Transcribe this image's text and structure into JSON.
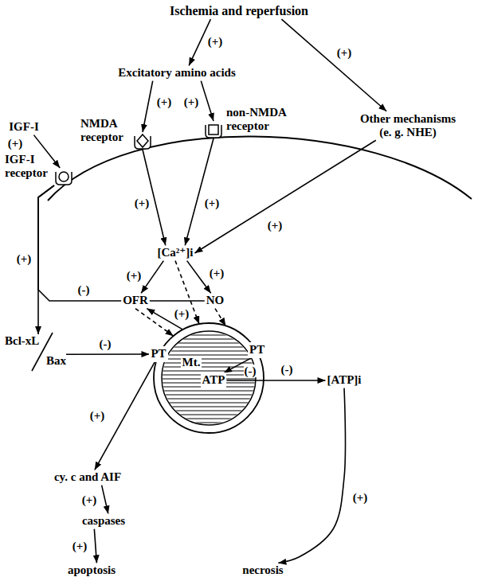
{
  "diagram": {
    "nodes": [
      {
        "text": [
          "Ischemia and reperfusion"
        ]
      },
      {
        "text": [
          "Excitatory amino acids"
        ]
      },
      {
        "text": [
          "Other mechanisms (e. g. NHE)"
        ]
      },
      {
        "text": [
          "IGF-I"
        ]
      },
      {
        "text": [
          "IGF-I receptor"
        ]
      },
      {
        "text": [
          "NMDA receptor"
        ]
      },
      {
        "text": [
          "non-NMDA receptor"
        ]
      },
      {
        "text": [
          "[Ca²⁺]i"
        ]
      },
      {
        "text": [
          "OFR"
        ]
      },
      {
        "text": [
          "NO"
        ]
      },
      {
        "text": [
          "Bcl-xL",
          "Bax"
        ]
      },
      {
        "text": [
          "Mt."
        ]
      },
      {
        "text": [
          "PT"
        ],
        "in": 11
      },
      {
        "text": [
          "PT"
        ],
        "in": 11
      },
      {
        "text": [
          "ATP"
        ],
        "in": 11
      },
      {
        "text": [
          "[ATP]i"
        ]
      },
      {
        "text": [
          "cy. c and AIF"
        ]
      },
      {
        "text": [
          "caspases"
        ]
      },
      {
        "text": [
          "apoptosis"
        ]
      },
      {
        "text": [
          "necrosis"
        ]
      }
    ],
    "edges": [
      {
        "from": 0,
        "to": 1,
        "arrow": "to",
        "label": "(+)"
      },
      {
        "from": 0,
        "to": 2,
        "arrow": "to",
        "label": "(+)"
      },
      {
        "from": 3,
        "to": 4,
        "arrow": "to",
        "label": "(+)"
      },
      {
        "from": 1,
        "to": 5,
        "arrow": "to",
        "label": "(+)"
      },
      {
        "from": 1,
        "to": 6,
        "arrow": "to",
        "label": "(+)"
      },
      {
        "from": 5,
        "to": 7,
        "arrow": "to",
        "label": "(+)"
      },
      {
        "from": 6,
        "to": 7,
        "arrow": "to",
        "label": "(+)"
      },
      {
        "from": 2,
        "to": 7,
        "arrow": "to",
        "label": "(+)"
      },
      {
        "from": 7,
        "to": 8,
        "arrow": "to",
        "label": "(+)"
      },
      {
        "from": 7,
        "to": 9,
        "arrow": "to",
        "label": "(+)"
      },
      {
        "from": 8,
        "to": 9,
        "arrow": "none"
      },
      {
        "from": 7,
        "to": 11,
        "arrow": "to"
      },
      {
        "from": 8,
        "to": 11,
        "arrow": "to"
      },
      {
        "from": 9,
        "to": 11,
        "arrow": "to"
      },
      {
        "from": 11,
        "to": 8,
        "arrow": "to",
        "label": "(+)"
      },
      {
        "from": 4,
        "to": 10,
        "arrow": "to",
        "label": "(+)"
      },
      {
        "from": 4,
        "to": 8,
        "arrow": "none",
        "label": "(-)"
      },
      {
        "from": 10,
        "to": 12,
        "arrow": "to",
        "label": "(-)"
      },
      {
        "from": 12,
        "to": 16,
        "arrow": "to",
        "label": "(+)"
      },
      {
        "from": 16,
        "to": 17,
        "arrow": "to",
        "label": "(+)"
      },
      {
        "from": 17,
        "to": 18,
        "arrow": "to",
        "label": "(+)"
      },
      {
        "from": 13,
        "to": 14,
        "arrow": "to",
        "label": "(-)"
      },
      {
        "from": 14,
        "to": 15,
        "arrow": "to",
        "label": "(-)"
      },
      {
        "from": 15,
        "to": 19,
        "arrow": "to",
        "label": "(+)"
      }
    ]
  }
}
